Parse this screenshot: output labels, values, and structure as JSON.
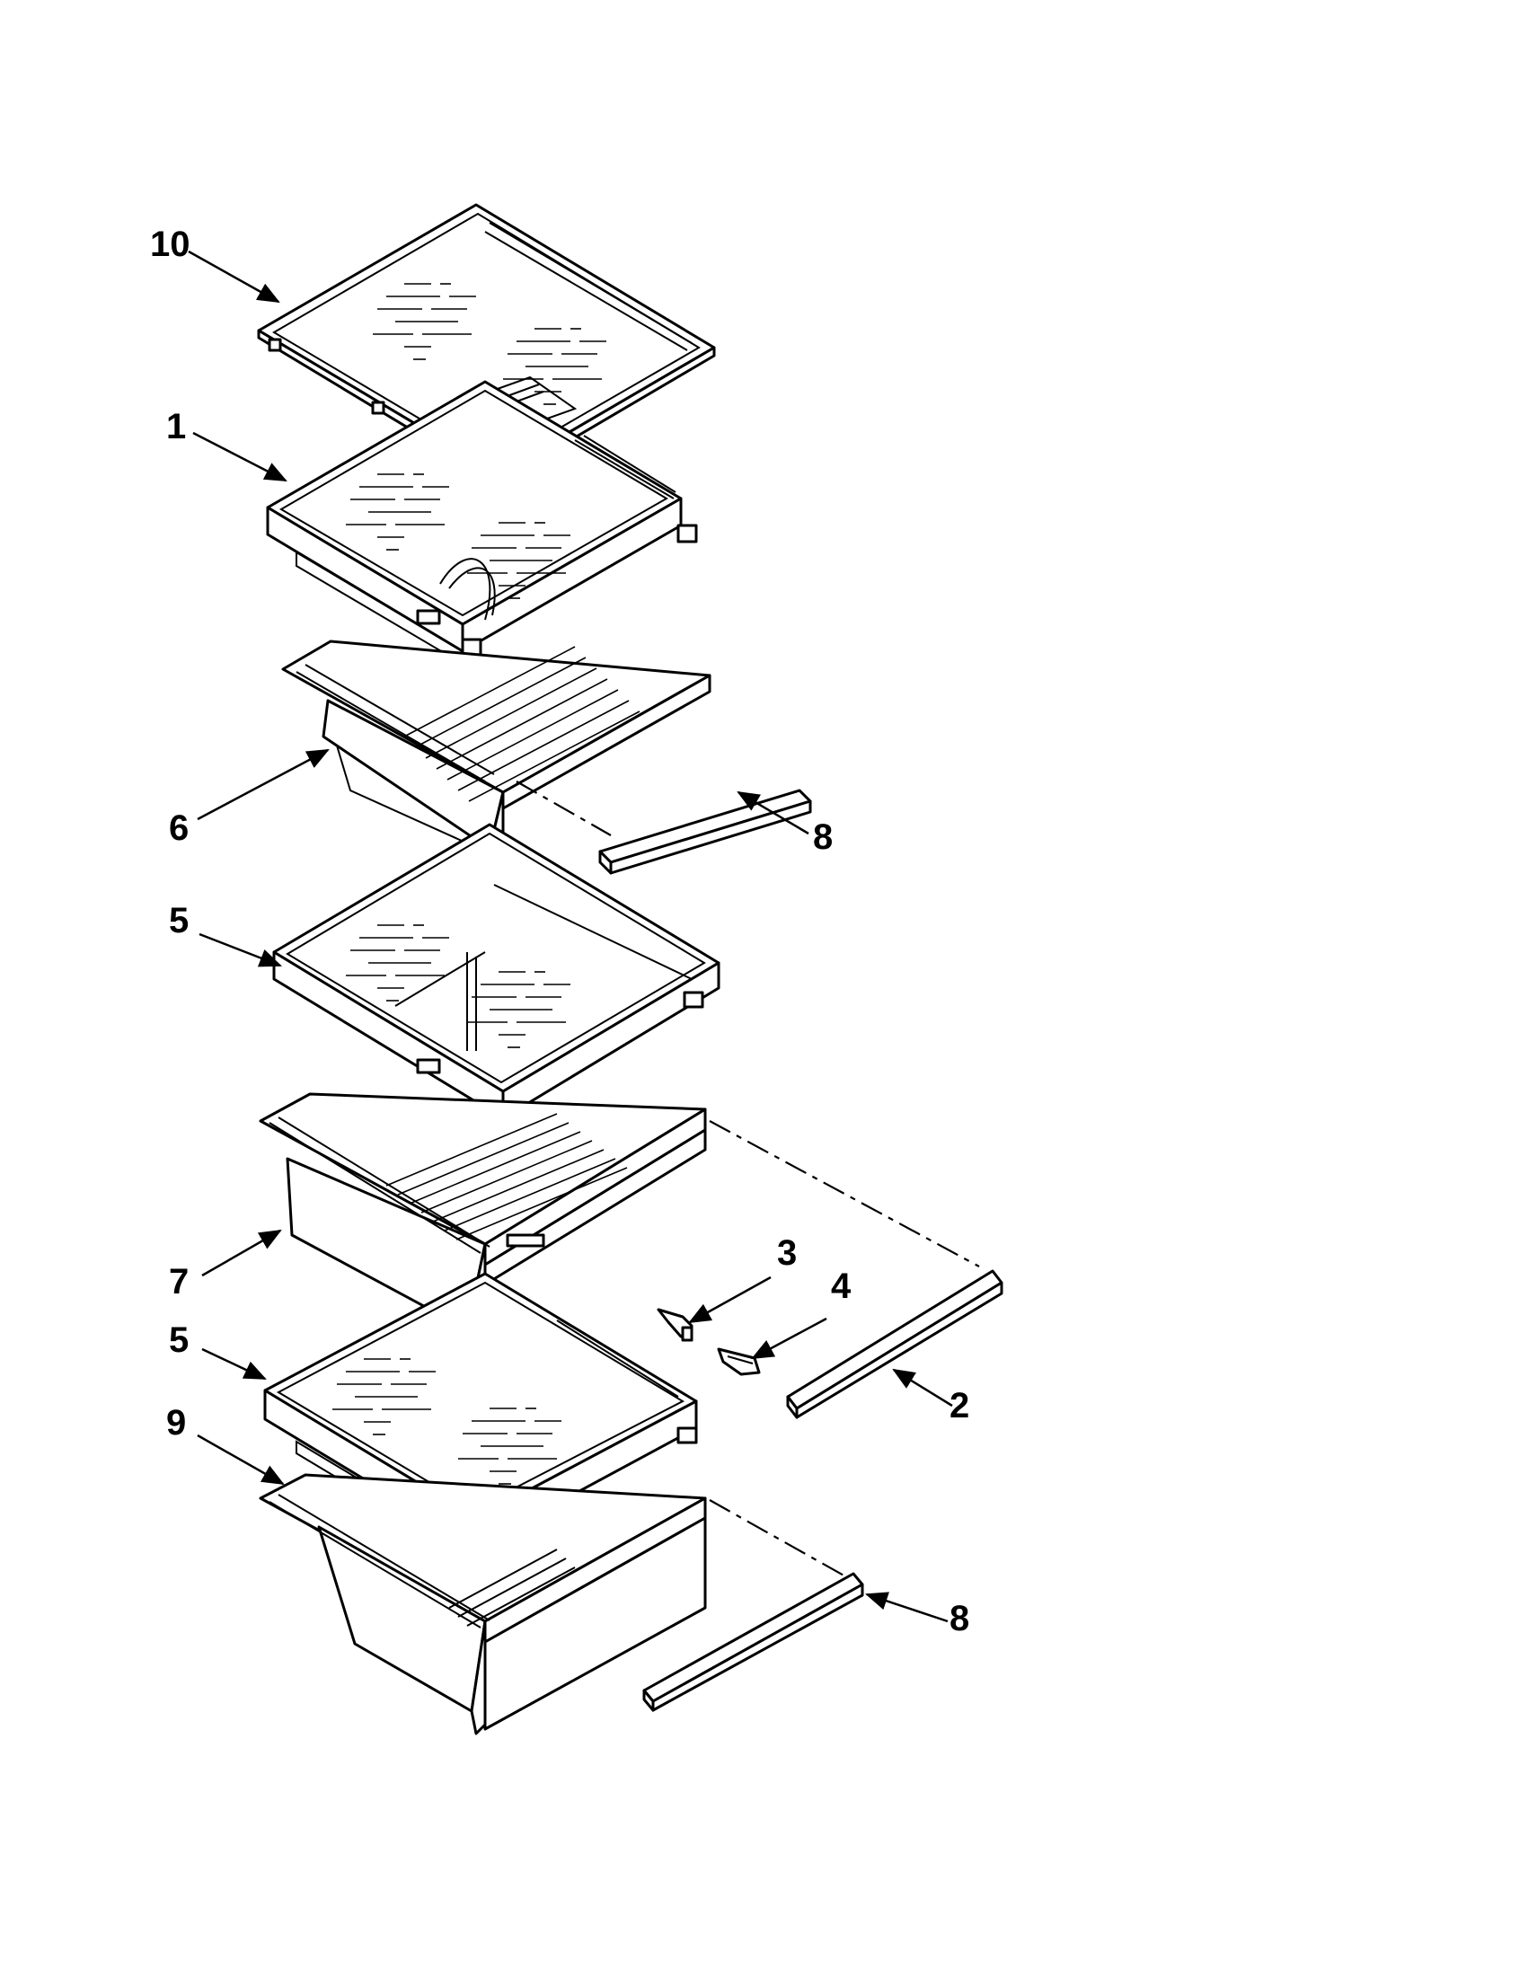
{
  "callouts": [
    {
      "id": "10",
      "label": "10"
    },
    {
      "id": "1",
      "label": "1"
    },
    {
      "id": "6",
      "label": "6"
    },
    {
      "id": "8a",
      "label": "8"
    },
    {
      "id": "5a",
      "label": "5"
    },
    {
      "id": "3",
      "label": "3"
    },
    {
      "id": "4",
      "label": "4"
    },
    {
      "id": "7",
      "label": "7"
    },
    {
      "id": "5b",
      "label": "5"
    },
    {
      "id": "2",
      "label": "2"
    },
    {
      "id": "9",
      "label": "9"
    },
    {
      "id": "8b",
      "label": "8"
    }
  ]
}
